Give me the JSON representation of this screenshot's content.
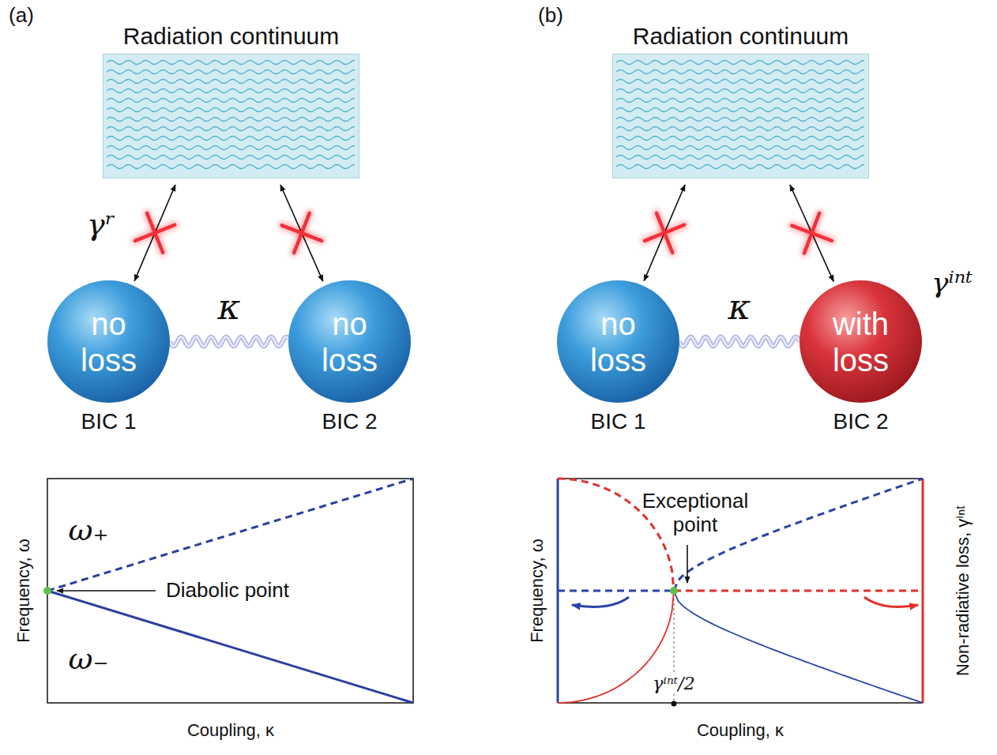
{
  "diagram": {
    "nodes": [
      {
        "text": [
          "Radiation continuum"
        ]
      },
      {
        "text": [
          "no loss",
          "BIC 1"
        ]
      },
      {
        "text": [
          "no loss",
          "BIC 2"
        ]
      },
      {
        "text": [
          "Radiation continuum"
        ]
      },
      {
        "text": [
          "no loss",
          "BIC 1"
        ]
      },
      {
        "text": [
          "with loss",
          "BIC 2"
        ]
      }
    ],
    "edges": [
      {
        "from": 1,
        "to": 0,
        "arrow": "both"
      },
      {
        "from": 2,
        "to": 0,
        "arrow": "both"
      },
      {
        "from": 1,
        "to": 2,
        "label": "κ",
        "arrow": "none"
      },
      {
        "from": 4,
        "to": 3,
        "arrow": "both"
      },
      {
        "from": 5,
        "to": 3,
        "arrow": "both"
      },
      {
        "from": 4,
        "to": 5,
        "label": "κ",
        "arrow": "none"
      }
    ],
    "labels": [
      "(a)",
      "γʳ",
      "Frequency, ω",
      "ω₊",
      "ω₋",
      "Diabolic point",
      "Coupling, κ",
      "(b)",
      "γⁱⁿᵗ",
      "Exceptional point",
      "Frequency, ω",
      "γⁱⁿᵗ/2",
      "Non-radiative loss, γⁱⁿᵗ",
      "Coupling, κ"
    ]
  }
}
